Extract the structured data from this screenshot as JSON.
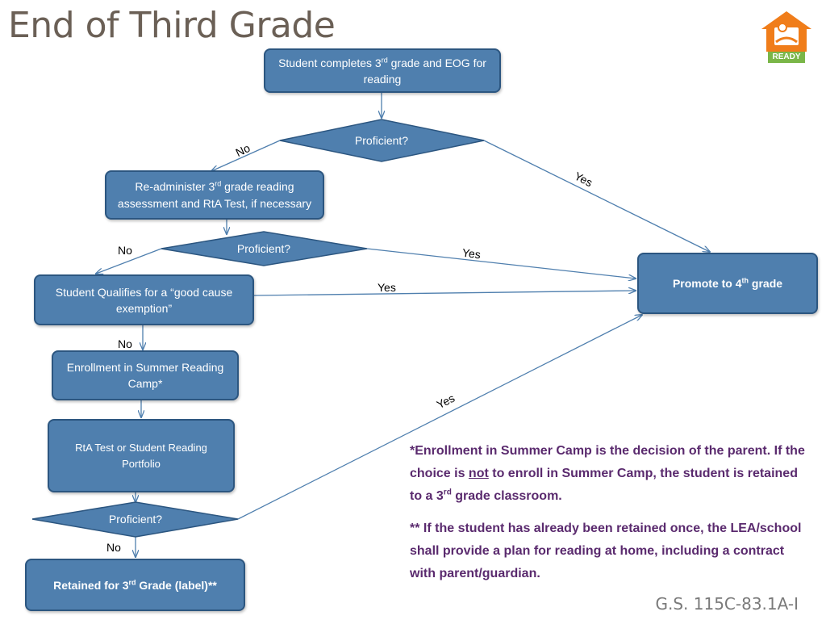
{
  "title": "End of Third Grade",
  "nodes": {
    "start": {
      "pre": "Student completes 3",
      "sup": "rd",
      "post": " grade and EOG for reading"
    },
    "q1": "Proficient?",
    "readminister": {
      "pre": "Re-administer 3",
      "sup": "rd",
      "post": " grade reading assessment and RtA  Test, if necessary"
    },
    "q2": "Proficient?",
    "exemption": "Student Qualifies for a “good cause exemption”",
    "camp": "Enrollment in Summer Reading Camp*",
    "rta": "RtA Test or Student Reading Portfolio",
    "q3": "Proficient?",
    "retained": {
      "pre": "Retained for 3",
      "sup": "rd",
      "post": " Grade (label)**"
    },
    "promote": {
      "pre": "Promote to 4",
      "sup": "th",
      "post": " grade"
    }
  },
  "edge_labels": {
    "no1": "No",
    "yes1": "Yes",
    "no2": "No",
    "yes2": "Yes",
    "yes3": "Yes",
    "no3": "No",
    "yes4": "Yes",
    "no4": "No"
  },
  "notes": {
    "note1_a": "*Enrollment in Summer Camp is the decision of the parent. If the choice is ",
    "note1_u": "not",
    "note1_b": " to enroll in Summer Camp, the student is retained to a 3",
    "note1_sup": "rd",
    "note1_c": " grade classroom.",
    "note2": "** If the student has already been retained once, the LEA/school shall provide a plan for reading at home, including a contract with parent/guardian."
  },
  "footer": "G.S. 115C-83.1A-I",
  "logo": {
    "text": "READY",
    "icon": "house-reader-icon",
    "orange": "#f07d1a",
    "green": "#7ab648"
  },
  "colors": {
    "box_fill": "#4f7fae",
    "box_border": "#2c5680",
    "arrow": "#4f7fae",
    "note_text": "#5a2a6e",
    "title_text": "#6b6056"
  }
}
